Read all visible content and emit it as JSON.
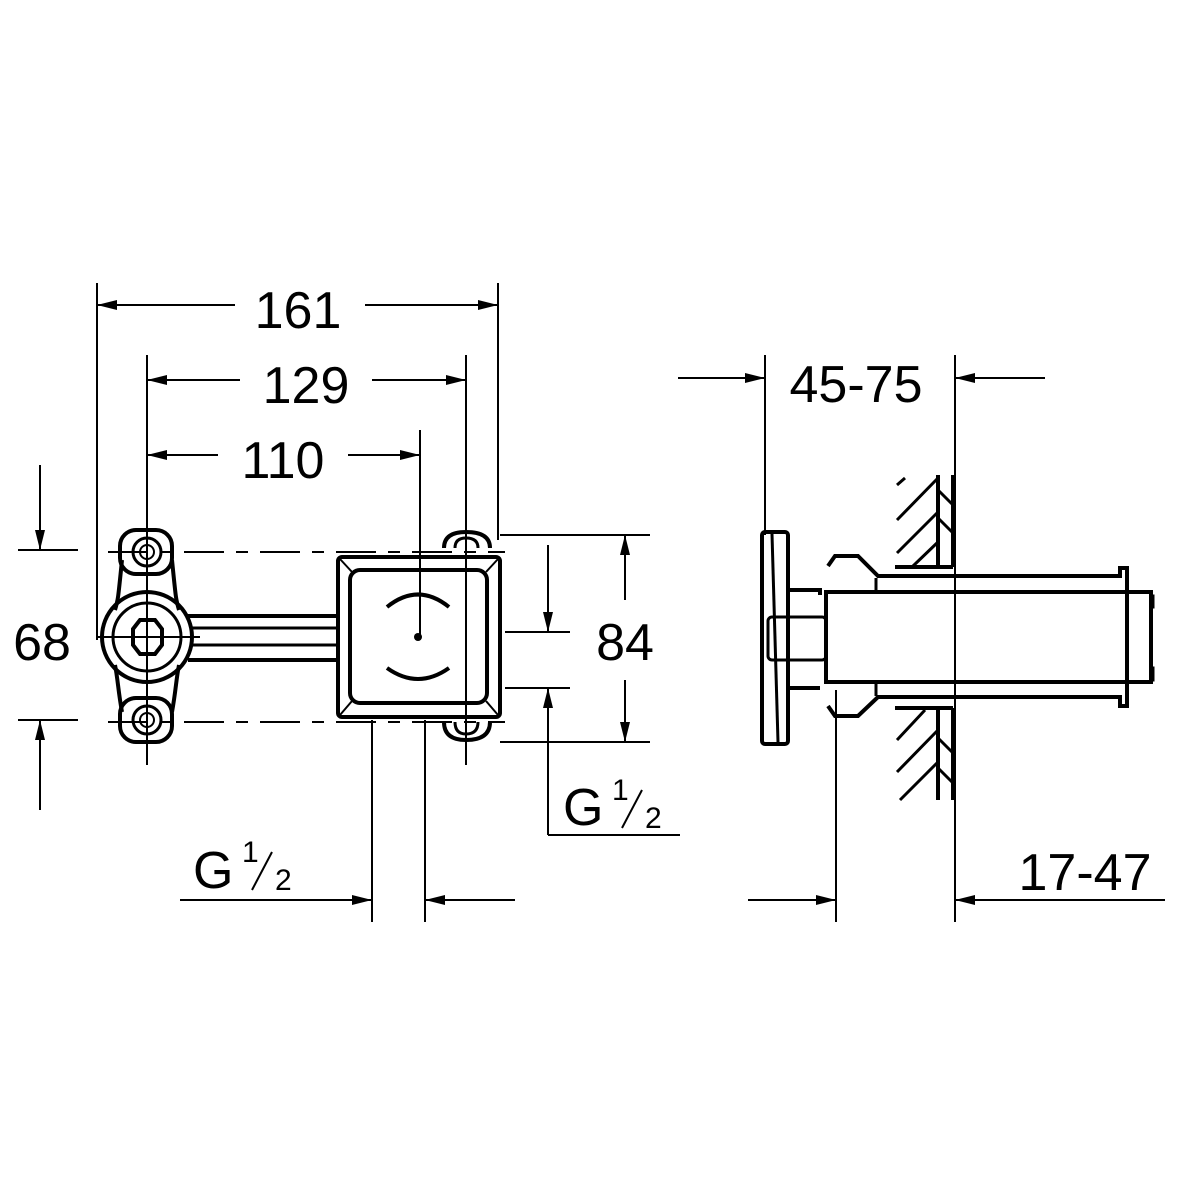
{
  "drawing": {
    "front_view": {
      "dimensions": {
        "overall_width": "161",
        "mount_hole_spacing": "129",
        "center_distance": "110",
        "mount_height": "68",
        "box_height": "84"
      },
      "connection_right": {
        "letter": "G",
        "num": "1",
        "den": "2"
      },
      "connection_bottom": {
        "letter": "G",
        "num": "1",
        "den": "2"
      }
    },
    "side_view": {
      "dimensions": {
        "install_depth": "45-75",
        "wall_offset": "17-47"
      }
    },
    "colors": {
      "line": "#000000",
      "background": "#ffffff"
    }
  }
}
